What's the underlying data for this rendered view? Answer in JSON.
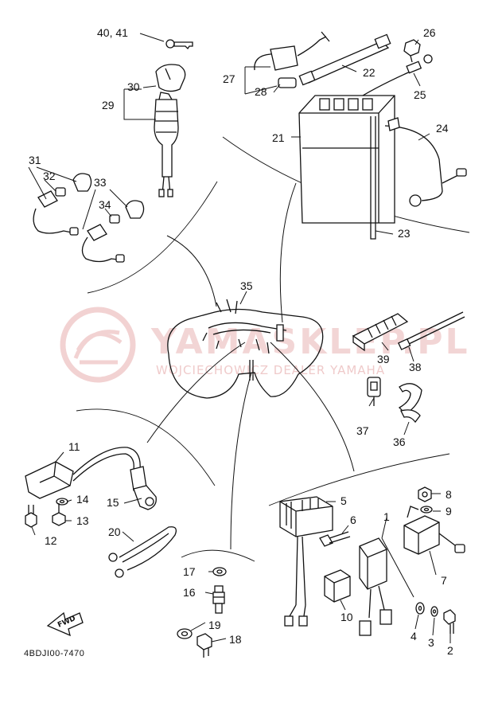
{
  "diagram_code": "4BDJI00-7470",
  "watermark": {
    "title": "YAMASKLEP.PL",
    "subtitle": "WOJCIECHOWICZ DEALER YAMAHA"
  },
  "fwd_label": "FWD",
  "callouts": {
    "c40_41": "40, 41",
    "c30": "30",
    "c29": "29",
    "c31": "31",
    "c32": "32",
    "c33": "33",
    "c34": "34",
    "c26": "26",
    "c27": "27",
    "c22": "22",
    "c28": "28",
    "c25": "25",
    "c21": "21",
    "c24": "24",
    "c23": "23",
    "c35": "35",
    "c39": "39",
    "c38": "38",
    "c37": "37",
    "c36": "36",
    "c11": "11",
    "c14": "14",
    "c15": "15",
    "c13": "13",
    "c12": "12",
    "c20": "20",
    "c5": "5",
    "c8": "8",
    "c9": "9",
    "c6": "6",
    "c1": "1",
    "c7": "7",
    "c17": "17",
    "c16": "16",
    "c19": "19",
    "c18": "18",
    "c10": "10",
    "c4": "4",
    "c3": "3",
    "c2": "2"
  },
  "colors": {
    "line": "#111111",
    "watermark": "#e9b4b4"
  }
}
